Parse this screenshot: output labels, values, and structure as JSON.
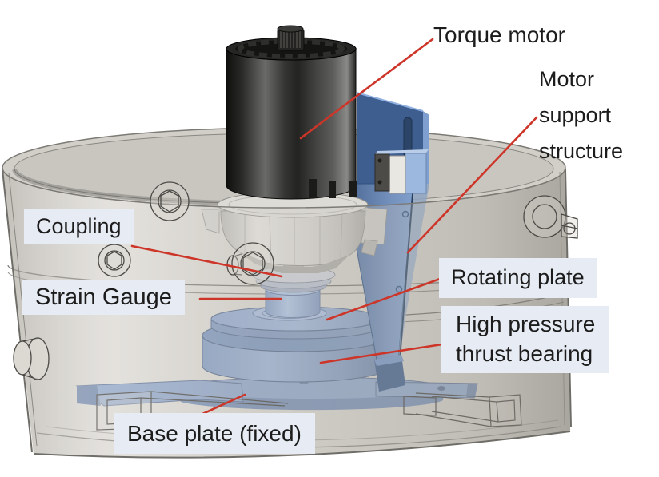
{
  "labels": {
    "torque_motor": "Torque motor",
    "motor_support": "Motor\nsupport\nstructure",
    "coupling": "Coupling",
    "strain_gauge": "Strain Gauge",
    "rotating_plate": "Rotating plate",
    "thrust_bearing": "High pressure\nthrust bearing",
    "base_plate": "Base plate (fixed)"
  },
  "colors": {
    "background": "#ffffff",
    "leader_line": "#cd3529",
    "label_background": "#e7ebf3",
    "label_text": "#1c1c1c",
    "part_blue_light": "#9db8de",
    "part_blue": "#8ba3c7",
    "part_blue_dark": "#3e5e90",
    "motor_dark": "#1d1d1b",
    "vessel_gray": "#cfccc6"
  }
}
